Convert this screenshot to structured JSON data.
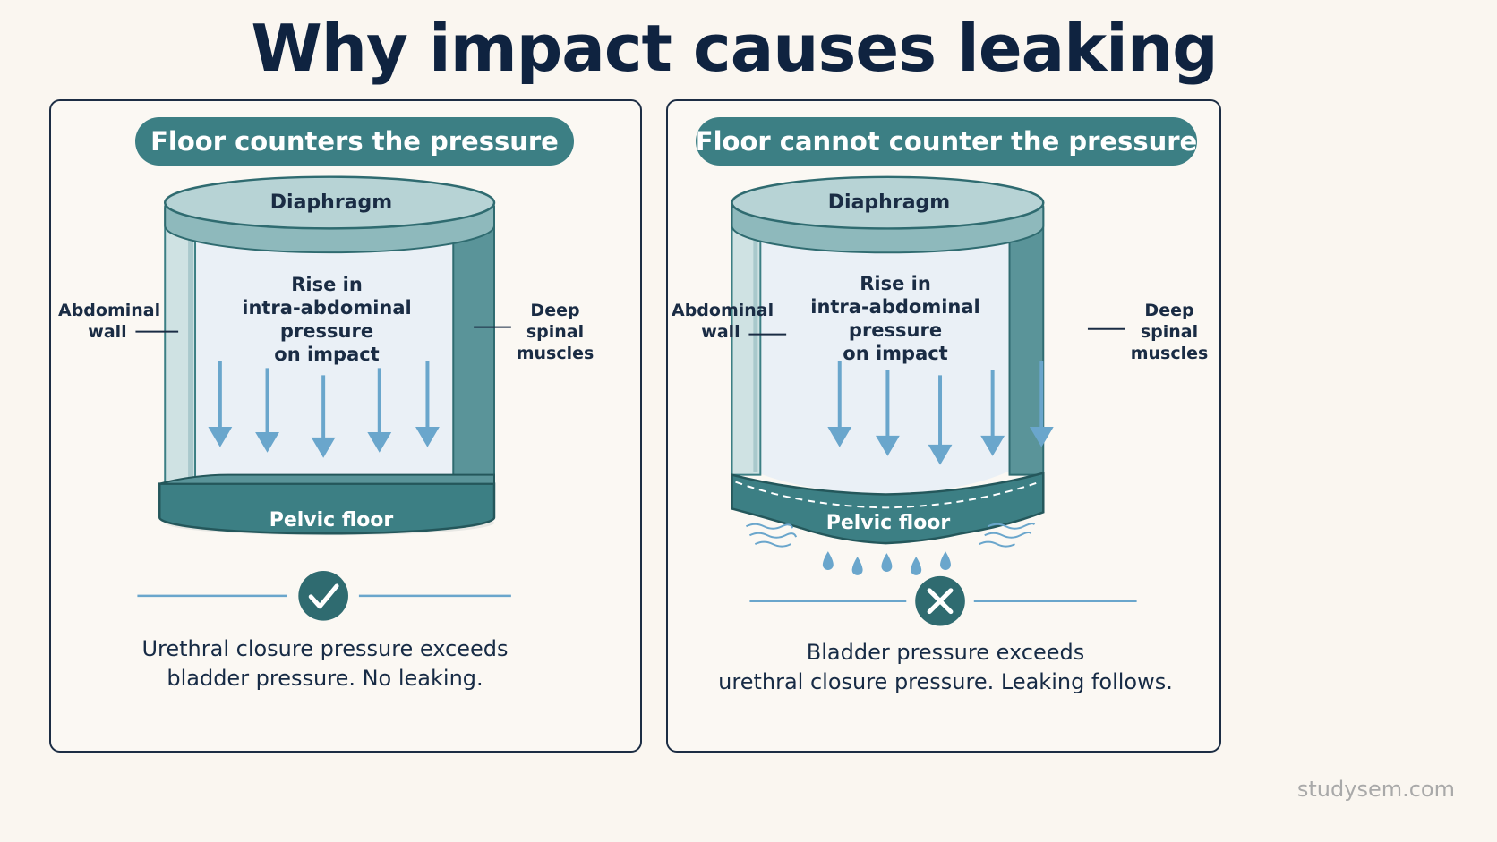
{
  "title": "Why impact causes leaking",
  "colors": {
    "teal": "#3c7f84",
    "light_teal": "#a9c9cc",
    "arrow_blue": "#6aa6cc",
    "navy": "#0f2340",
    "background": "#faf6f0"
  },
  "panels": [
    {
      "heading": "Floor counters the pressure",
      "diaphragm": "Diaphragm",
      "rise_lines": [
        "Rise in",
        "intra-abdominal",
        "pressure",
        "on impact"
      ],
      "abdominal_wall": [
        "Abdominal",
        "wall"
      ],
      "deep_spinal": [
        "Deep",
        "spinal",
        "muscles"
      ],
      "pelvic_floor": "Pelvic floor",
      "status_icon": "check-icon",
      "caption": [
        "Urethral closure pressure exceeds",
        "bladder pressure. No leaking."
      ]
    },
    {
      "heading": "Floor cannot counter the pressure",
      "diaphragm": "Diaphragm",
      "rise_lines": [
        "Rise in",
        "intra-abdominal",
        "pressure",
        "on impact"
      ],
      "abdominal_wall": [
        "Abdominal",
        "wall"
      ],
      "deep_spinal": [
        "Deep",
        "spinal",
        "muscles"
      ],
      "pelvic_floor": "Pelvic floor",
      "status_icon": "cross-icon",
      "caption": [
        "Bladder pressure exceeds",
        "urethral closure pressure. Leaking follows."
      ]
    }
  ],
  "watermark": "studysem.com"
}
